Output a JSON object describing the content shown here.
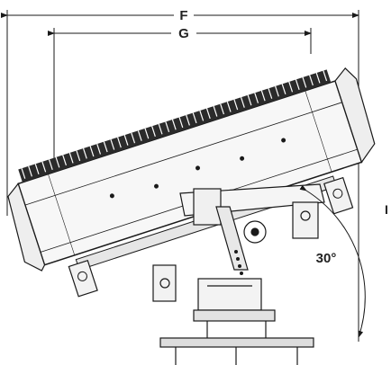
{
  "dimensions": {
    "overall_width_label": "F",
    "inner_width_label": "G",
    "height_label_partial": "I",
    "tilt_angle_label": "30°"
  },
  "colors": {
    "line": "#1a1a1a",
    "fill_light": "#f2f2f2",
    "fill_mid": "#d9d9d9",
    "fill_dark": "#2b2b2b"
  }
}
